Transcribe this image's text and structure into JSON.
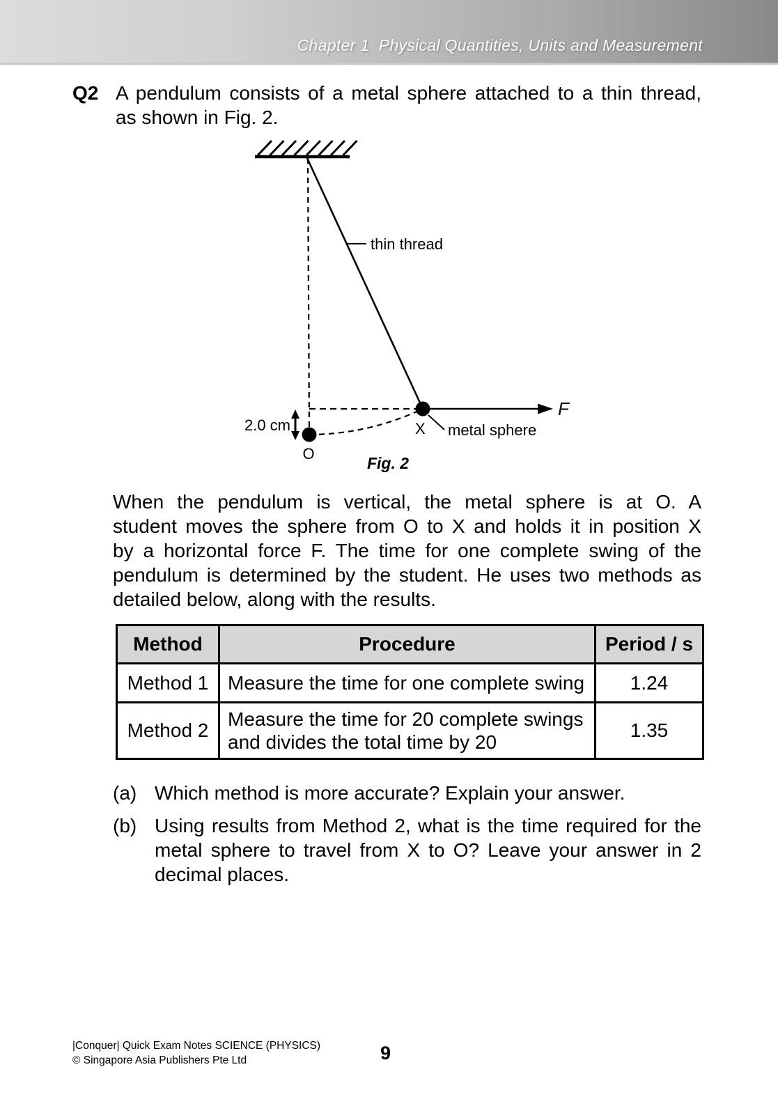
{
  "header": {
    "chapter": "Chapter 1  Physical Quantities, Units and Measurement"
  },
  "question": {
    "number": "Q2",
    "intro_lines": [
      "A pendulum consists of a metal sphere attached to a thin thread,",
      "as shown in Fig. 2."
    ],
    "body_lines": [
      "When the pendulum is vertical, the metal sphere is at O. A",
      "student moves the sphere from O to X and holds it in position X",
      "by a horizontal force F. The time for one complete swing of the",
      "pendulum is determined by the student. He uses two methods as",
      "detailed below, along with the results."
    ],
    "parts": [
      {
        "label": "(a)",
        "lines": [
          "Which method is more accurate? Explain your answer."
        ]
      },
      {
        "label": "(b)",
        "lines": [
          "Using results from Method 2, what is the time required for the",
          "metal sphere to travel from X to O? Leave your answer in 2",
          "decimal places."
        ]
      }
    ]
  },
  "figure": {
    "caption": "Fig. 2",
    "labels": {
      "thread": "thin thread",
      "force": "F",
      "point_x": "X",
      "sphere": "metal sphere",
      "distance": "2.0 cm",
      "point_o": "O"
    }
  },
  "table": {
    "headers": [
      "Method",
      "Procedure",
      "Period / s"
    ],
    "rows": [
      {
        "method": "Method 1",
        "procedure_lines": [
          "Measure the time for one complete swing"
        ],
        "period": "1.24"
      },
      {
        "method": "Method 2",
        "procedure_lines": [
          "Measure the time for 20 complete swings",
          "and divides the total time by 20"
        ],
        "period": "1.35"
      }
    ]
  },
  "footer": {
    "imprint_line1": "|Conquer| Quick Exam Notes SCIENCE (PHYSICS)",
    "imprint_line2": "© Singapore Asia Publishers Pte Ltd",
    "page_number": "9"
  },
  "colors": {
    "header_gradient_left": "#dcdcdc",
    "header_gradient_right": "#898989",
    "header_text": "#ffffff",
    "table_header_bg": "#d6d6d6",
    "ink": "#000000"
  }
}
